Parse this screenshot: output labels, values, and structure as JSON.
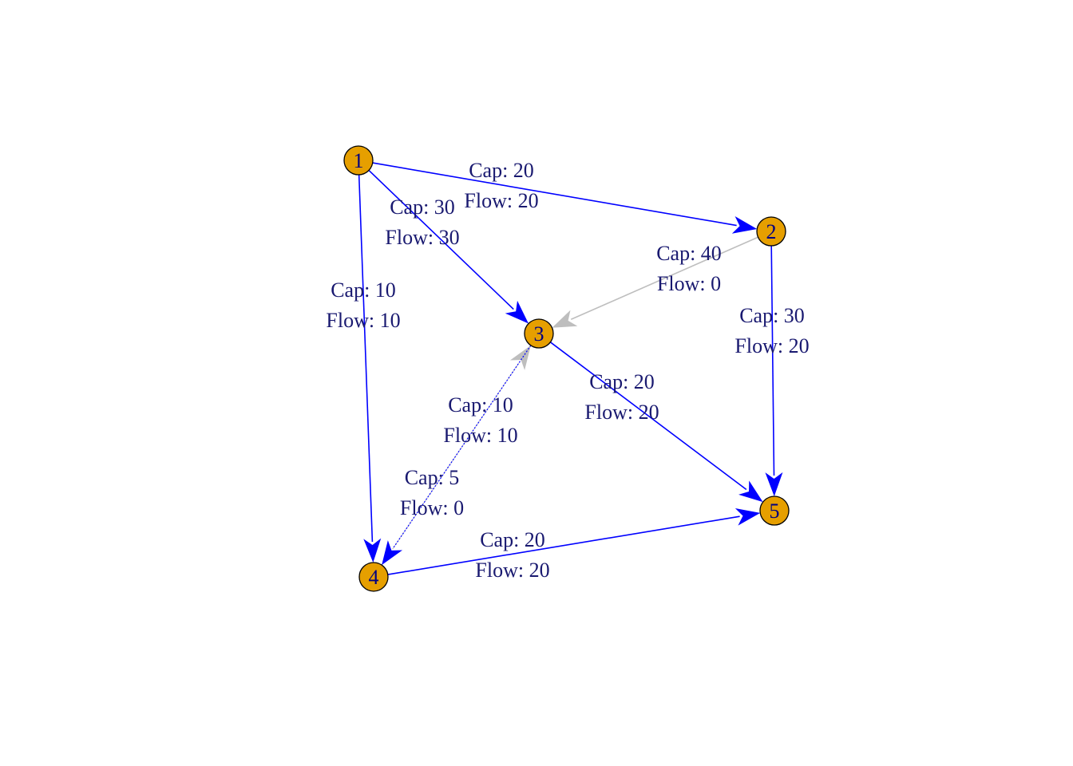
{
  "nodes": [
    {
      "id": "1",
      "label": "1"
    },
    {
      "id": "2",
      "label": "2"
    },
    {
      "id": "3",
      "label": "3"
    },
    {
      "id": "4",
      "label": "4"
    },
    {
      "id": "5",
      "label": "5"
    }
  ],
  "edges": [
    {
      "id": "e-1-2",
      "from": "1",
      "to": "2",
      "cap_text": "Cap: 20",
      "flow_text": "Flow: 20",
      "color": "#0000ff"
    },
    {
      "id": "e-1-3",
      "from": "1",
      "to": "3",
      "cap_text": "Cap: 30",
      "flow_text": "Flow: 30",
      "color": "#0000ff"
    },
    {
      "id": "e-1-4",
      "from": "1",
      "to": "4",
      "cap_text": "Cap: 10",
      "flow_text": "Flow: 10",
      "color": "#0000ff"
    },
    {
      "id": "e-2-3",
      "from": "2",
      "to": "3",
      "cap_text": "Cap: 40",
      "flow_text": "Flow: 0",
      "color": "#bebebe"
    },
    {
      "id": "e-2-5",
      "from": "2",
      "to": "5",
      "cap_text": "Cap: 30",
      "flow_text": "Flow: 20",
      "color": "#0000ff"
    },
    {
      "id": "e-3-5",
      "from": "3",
      "to": "5",
      "cap_text": "Cap: 20",
      "flow_text": "Flow: 20",
      "color": "#0000ff"
    },
    {
      "id": "e-4-3",
      "from": "4",
      "to": "3",
      "cap_text": "Cap: 10",
      "flow_text": "Flow: 10",
      "color": "#bebebe"
    },
    {
      "id": "e-3-4",
      "from": "3",
      "to": "4",
      "cap_text": "Cap: 5",
      "flow_text": "Flow: 0",
      "color": "#0000ff"
    },
    {
      "id": "e-4-5",
      "from": "4",
      "to": "5",
      "cap_text": "Cap: 20",
      "flow_text": "Flow: 20",
      "color": "#0000ff"
    }
  ],
  "colors": {
    "node_fill": "#E69F00",
    "node_label": "#000080",
    "edge_label": "#191970",
    "flow_edge": "#0000ff",
    "zero_flow_edge": "#bebebe"
  }
}
